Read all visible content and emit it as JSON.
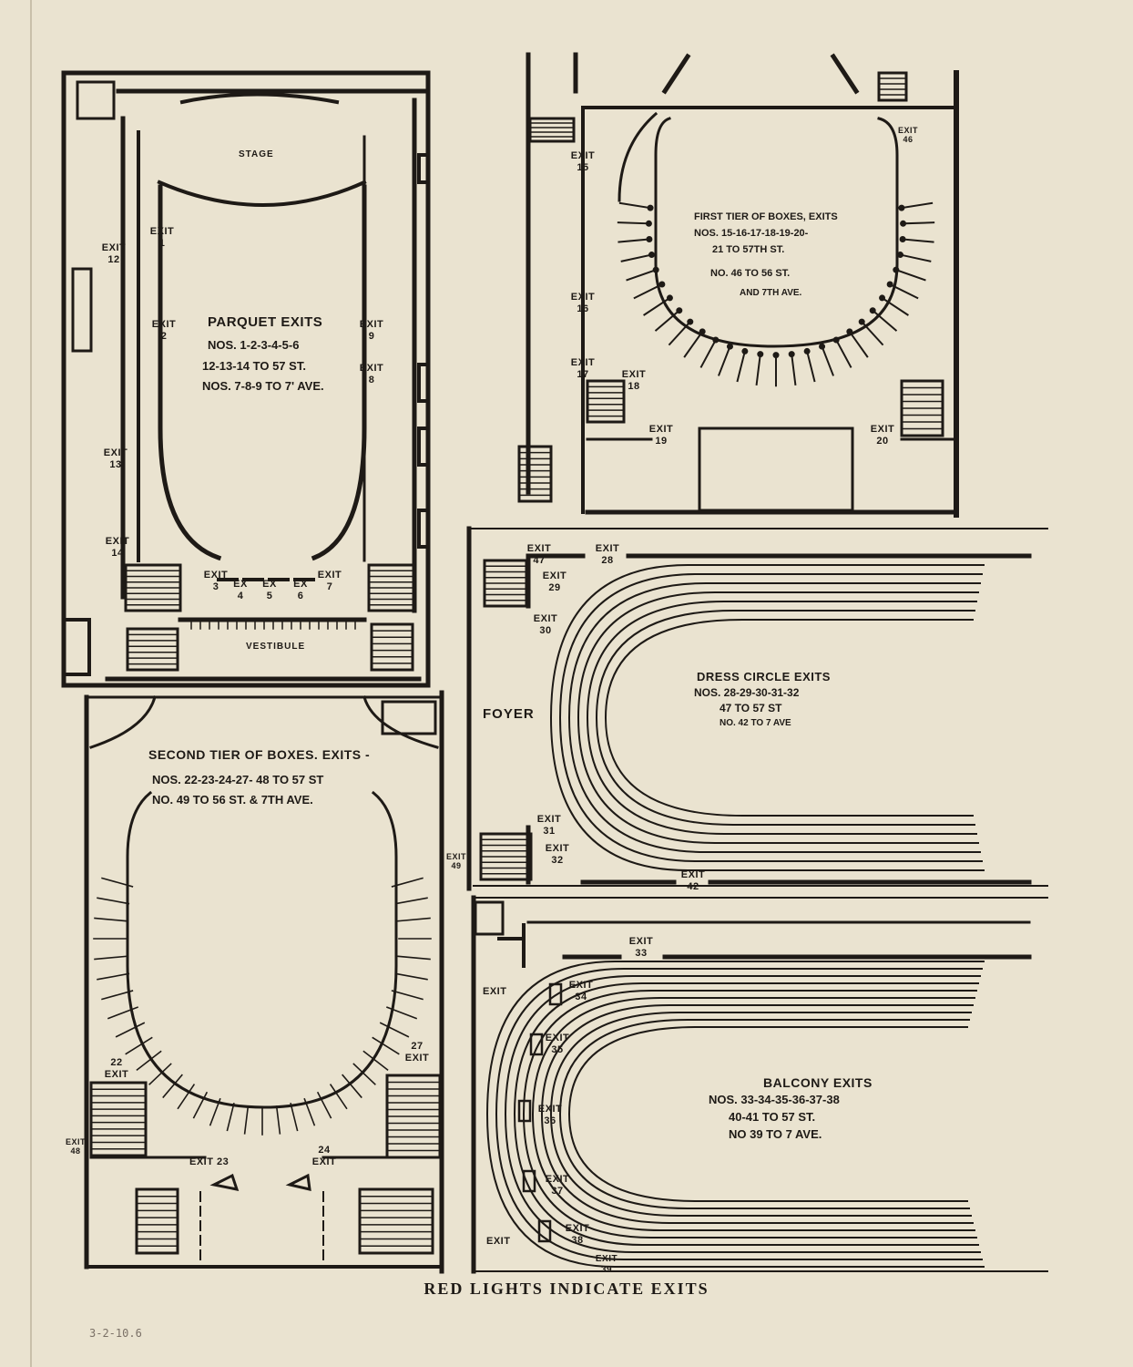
{
  "colors": {
    "paper": "#eae3d0",
    "ink": "#1e1a16",
    "pencil": "#7a7066"
  },
  "footer": "RED LIGHTS INDICATE EXITS",
  "pencil_note": "3-2-10.6",
  "parquet": {
    "stage": "STAGE",
    "vestibule": "VESTIBULE",
    "title": "PARQUET EXITS",
    "lines": [
      "NOS. 1-2-3-4-5-6",
      "12-13-14 TO 57 ST.",
      "NOS. 7-8-9 TO 7' AVE."
    ],
    "exits": {
      "e1": "EXIT 1",
      "e2": "EXIT 2",
      "e3": "EXIT 3",
      "e4": "EX 4",
      "e5": "EX 5",
      "e6": "EX 6",
      "e7": "EXIT 7",
      "e8": "EXIT 8",
      "e9": "EXIT 9",
      "e12": "EXIT 12",
      "e13": "EXIT 13",
      "e14": "EXIT 14"
    }
  },
  "first_tier": {
    "lines": [
      "FIRST TIER OF BOXES, EXITS",
      "NOS. 15-16-17-18-19-20-",
      "21 TO 57TH ST.",
      "NO. 46 TO 56 ST.",
      "AND 7TH AVE."
    ],
    "exits": {
      "e15": "EXIT 15",
      "e16": "EXIT 16",
      "e17": "EXIT 17",
      "e18": "EXIT 18",
      "e19": "EXIT 19",
      "e20": "EXIT 20",
      "e46": "EXIT 46"
    }
  },
  "second_tier": {
    "lines": [
      "SECOND TIER OF BOXES. EXITS -",
      "NOS. 22-23-24-27- 48 TO 57 ST",
      "NO. 49 TO 56 ST. & 7TH AVE."
    ],
    "exits": {
      "e22": "22 EXIT",
      "e23": "EXIT 23",
      "e24": "24 EXIT",
      "e27": "27 EXIT",
      "e48": "EXIT 48",
      "e49": "EXIT 49"
    }
  },
  "dress_circle": {
    "foyer": "FOYER",
    "lines": [
      "DRESS CIRCLE EXITS",
      "NOS. 28-29-30-31-32",
      "47 TO 57 ST",
      "NO. 42 TO 7 AVE"
    ],
    "exits": {
      "e28": "EXIT 28",
      "e29": "EXIT 29",
      "e30": "EXIT 30",
      "e31": "EXIT 31",
      "e32": "EXIT 32",
      "e42": "EXIT 42",
      "e47": "EXIT 47"
    }
  },
  "balcony": {
    "lines": [
      "BALCONY EXITS",
      "NOS. 33-34-35-36-37-38",
      "40-41 TO 57 ST.",
      "NO 39 TO 7 AVE."
    ],
    "exits": {
      "e33": "EXIT 33",
      "e34": "EXIT 34",
      "e35": "EXIT 35",
      "e36": "EXIT 36",
      "e37": "EXIT 37",
      "e38": "EXIT 38",
      "e39": "EXIT 39",
      "e40": "EXIT",
      "e41": "EXIT"
    }
  }
}
